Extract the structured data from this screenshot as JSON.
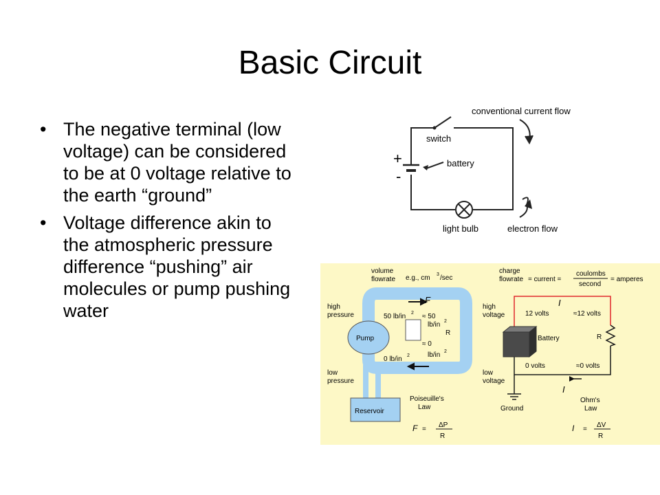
{
  "slide": {
    "title": "Basic Circuit",
    "bullets": [
      "The negative terminal (low voltage) can be considered to be at 0 voltage relative to the earth “ground”",
      "Voltage difference akin to the atmospheric pressure difference “pushing” air molecules or pump pushing water"
    ]
  },
  "circuit": {
    "conventional": "conventional current flow",
    "switch": "switch",
    "battery": "battery",
    "plus": "+",
    "minus": "-",
    "bulb": "light bulb",
    "electron": "electron flow"
  },
  "analogy": {
    "colors": {
      "bg": "#fdf8c6",
      "water": "#a4d1f2",
      "wire": "#e0272b",
      "wire_dark": "#1a1a1a"
    },
    "volume_flowrate": [
      "volume",
      "flowrate"
    ],
    "eg": "e.g., cm",
    "eg_exp": "3",
    "eg_unit": "/sec",
    "high_pressure": [
      "high",
      "pressure"
    ],
    "low_pressure": [
      "low",
      "pressure"
    ],
    "F": "F",
    "p50": "50 lb/in",
    "p50_exp": "2",
    "approx50": "≈ 50",
    "approx50_unit": "lb/in",
    "approx50_exp": "2",
    "R": "R",
    "pump": "Pump",
    "approx0": "≈ 0",
    "approx0_unit": "lb/in",
    "approx0_exp": "2",
    "p0": "0 lb/in",
    "p0_exp": "2",
    "reservoir": "Reservoir",
    "poiseuille": [
      "Poiseuille's",
      "Law"
    ],
    "f_eq": "F",
    "eq": "=",
    "delta_p": "ΔP",
    "r_den": "R",
    "charge_flowrate": [
      "charge",
      "flowrate"
    ],
    "eq_current": "= current =",
    "coulombs": "coulombs",
    "second": "second",
    "amperes": "= amperes",
    "high_voltage": [
      "high",
      "voltage"
    ],
    "low_voltage": [
      "low",
      "voltage"
    ],
    "I": "I",
    "v12": "12 volts",
    "approx12": "≈12 volts",
    "battery_label": "Battery",
    "r_label": "R",
    "v0": "0 volts",
    "approx0v": "≈0 volts",
    "I2": "I",
    "ground": "Ground",
    "ohms": [
      "Ohm's",
      "Law"
    ],
    "i_eq": "I",
    "eq2": "=",
    "delta_v": "ΔV",
    "r_den2": "R"
  }
}
